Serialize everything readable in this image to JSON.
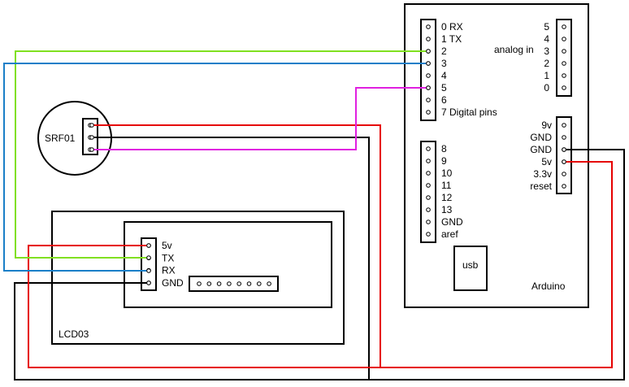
{
  "colors": {
    "wire_5v": "#e60000",
    "wire_gnd": "#000000",
    "wire_tx": "#80e020",
    "wire_rx": "#1a7fc8",
    "wire_trig": "#e020e0"
  },
  "arduino": {
    "name": "Arduino",
    "usb": "usb",
    "digital_labels": [
      "0 RX",
      "1 TX",
      "2",
      "3",
      "4",
      "5",
      "6",
      "7 Digital pins"
    ],
    "digital_labels_b": [
      "8",
      "9",
      "10",
      "11",
      "12",
      "13",
      "GND",
      "aref"
    ],
    "analog_numbers": [
      "5",
      "4",
      "3",
      "2",
      "1",
      "0"
    ],
    "analog_caption": "analog in",
    "power_labels": [
      "9v",
      "GND",
      "GND",
      "5v",
      "3.3v",
      "reset"
    ]
  },
  "srf01": {
    "name": "SRF01"
  },
  "lcd03": {
    "name": "LCD03",
    "pin_labels": [
      "5v",
      "TX",
      "RX",
      "GND"
    ]
  }
}
